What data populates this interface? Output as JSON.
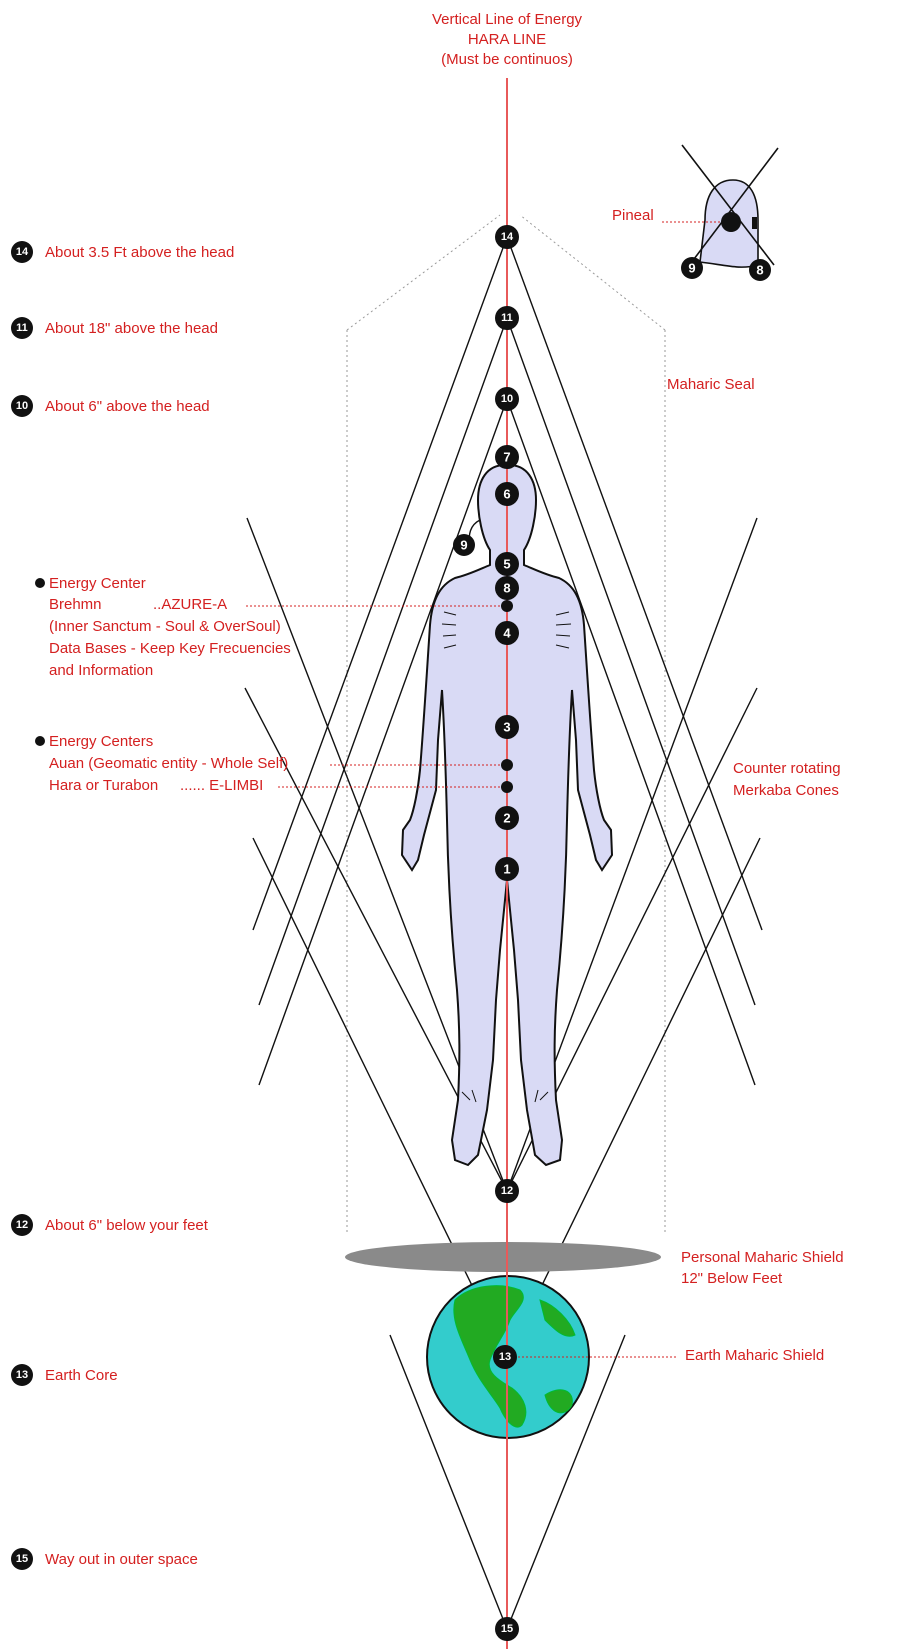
{
  "hara": {
    "line1": "Vertical Line of Energy",
    "line2": "HARA LINE",
    "line3": "(Must be continuos)"
  },
  "pineal": {
    "label": "Pineal",
    "left_num": "9",
    "right_num": "8"
  },
  "legend": [
    {
      "num": "14",
      "text": "About 3.5 Ft above the head"
    },
    {
      "num": "11",
      "text": "About 18\" above the head"
    },
    {
      "num": "10",
      "text": "About 6\" above the head"
    },
    {
      "num": "12",
      "text": "About 6\" below your feet"
    },
    {
      "num": "13",
      "text": "Earth Core"
    },
    {
      "num": "15",
      "text": "Way out in outer space"
    }
  ],
  "energy_center_1": {
    "title": "Energy Center",
    "brehmn": "Brehmn",
    "azure": "..AZURE-A",
    "inner": "(Inner Sanctum - Soul & OverSoul)",
    "data": "Data Bases - Keep Key Frecuencies",
    "info": "and Information"
  },
  "energy_center_2": {
    "title": "Energy Centers",
    "auan": "Auan (Geomatic entity - Whole Self)",
    "hara": "Hara or Turabon",
    "elimbi": "...... E-LIMBI"
  },
  "right_labels": {
    "maharic_seal": "Maharic Seal",
    "counter1": "Counter rotating",
    "counter2": "Merkaba Cones",
    "shield1": "Personal Maharic Shield",
    "shield2": "12\" Below Feet",
    "earth_shield": "Earth Maharic Shield"
  },
  "body_nums": [
    "14",
    "11",
    "10",
    "7",
    "6",
    "9",
    "5",
    "8",
    "4",
    "3",
    "2",
    "1",
    "12",
    "13",
    "15"
  ],
  "colors": {
    "label": "#d42020",
    "hara_line": "#e85a5a",
    "body_fill": "#d9daf5",
    "circle": "#111111",
    "shield": "#8a8a8a",
    "ocean": "#33cccc",
    "land": "#22aa22"
  }
}
